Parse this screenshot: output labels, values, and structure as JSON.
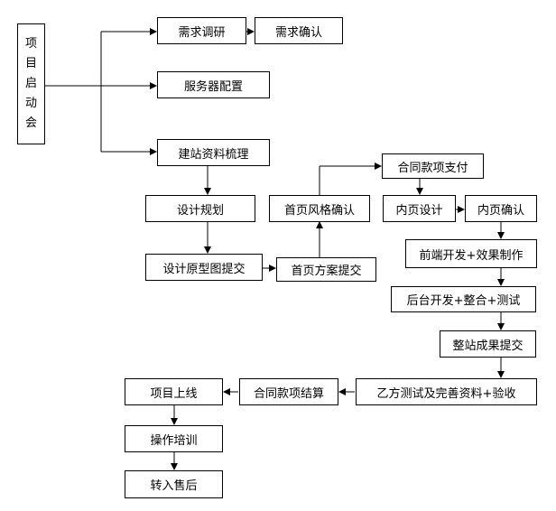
{
  "nodes": {
    "kickoff": "项目启动会",
    "req_research": "需求调研",
    "req_confirm": "需求确认",
    "server_config": "服务器配置",
    "site_materials": "建站资料梳理",
    "design_plan": "设计规划",
    "prototype_submit": "设计原型图提交",
    "home_plan_submit": "首页方案提交",
    "home_style_confirm": "首页风格确认",
    "contract_payment": "合同款项支付",
    "inner_design": "内页设计",
    "inner_confirm": "内页确认",
    "frontend_dev": "前端开发+效果制作",
    "backend_dev": "后台开发+整合+测试",
    "site_submit": "整站成果提交",
    "client_test": "乙方测试及完善资料+验收",
    "contract_settle": "合同款项结算",
    "go_live": "项目上线",
    "training": "操作培训",
    "after_sales": "转入售后"
  }
}
